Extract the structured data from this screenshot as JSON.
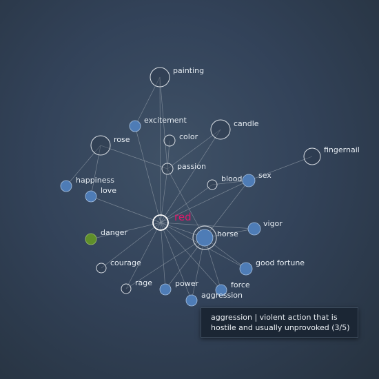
{
  "graph": {
    "center": "red",
    "center_color": "#e0186a",
    "nodes": [
      {
        "id": "red",
        "label": "red",
        "style": "center"
      },
      {
        "id": "painting",
        "label": "painting",
        "style": "ring"
      },
      {
        "id": "excitement",
        "label": "excitement",
        "style": "blue"
      },
      {
        "id": "color",
        "label": "color",
        "style": "ring"
      },
      {
        "id": "candle",
        "label": "candle",
        "style": "ring"
      },
      {
        "id": "rose",
        "label": "rose",
        "style": "ring"
      },
      {
        "id": "passion",
        "label": "passion",
        "style": "ring"
      },
      {
        "id": "fingernail",
        "label": "fingernail",
        "style": "ring"
      },
      {
        "id": "happiness",
        "label": "happiness",
        "style": "blue"
      },
      {
        "id": "love",
        "label": "love",
        "style": "blue"
      },
      {
        "id": "blood",
        "label": "blood",
        "style": "ring"
      },
      {
        "id": "sex",
        "label": "sex",
        "style": "blue"
      },
      {
        "id": "vigor",
        "label": "vigor",
        "style": "blue"
      },
      {
        "id": "horse",
        "label": "horse",
        "style": "selected"
      },
      {
        "id": "danger",
        "label": "danger",
        "style": "green"
      },
      {
        "id": "courage",
        "label": "courage",
        "style": "ring"
      },
      {
        "id": "good-fortune",
        "label": "good fortune",
        "style": "blue"
      },
      {
        "id": "rage",
        "label": "rage",
        "style": "ring"
      },
      {
        "id": "power",
        "label": "power",
        "style": "blue"
      },
      {
        "id": "force",
        "label": "force",
        "style": "blue"
      },
      {
        "id": "aggression",
        "label": "aggression",
        "style": "blue"
      }
    ],
    "edges": [
      [
        "red",
        "painting"
      ],
      [
        "red",
        "excitement"
      ],
      [
        "red",
        "passion"
      ],
      [
        "red",
        "love"
      ],
      [
        "red",
        "danger"
      ],
      [
        "red",
        "courage"
      ],
      [
        "red",
        "rage"
      ],
      [
        "red",
        "power"
      ],
      [
        "red",
        "aggression"
      ],
      [
        "red",
        "force"
      ],
      [
        "red",
        "good-fortune"
      ],
      [
        "red",
        "vigor"
      ],
      [
        "red",
        "horse"
      ],
      [
        "red",
        "blood"
      ],
      [
        "red",
        "sex"
      ],
      [
        "red",
        "candle"
      ],
      [
        "painting",
        "excitement"
      ],
      [
        "painting",
        "passion"
      ],
      [
        "passion",
        "color"
      ],
      [
        "passion",
        "candle"
      ],
      [
        "passion",
        "rose"
      ],
      [
        "passion",
        "horse"
      ],
      [
        "rose",
        "happiness"
      ],
      [
        "rose",
        "love"
      ],
      [
        "sex",
        "fingernail"
      ],
      [
        "sex",
        "horse"
      ],
      [
        "sex",
        "blood"
      ],
      [
        "horse",
        "power"
      ],
      [
        "horse",
        "force"
      ],
      [
        "horse",
        "good-fortune"
      ],
      [
        "horse",
        "vigor"
      ],
      [
        "horse",
        "aggression"
      ],
      [
        "horse",
        "rage"
      ]
    ],
    "colors": {
      "blue": "#4e7cb6",
      "green": "#5f8f2a",
      "ring": "#d8dde3",
      "edge": "#8f9aa6"
    }
  },
  "tooltip": {
    "line1": "aggression | violent action that is",
    "line2": "hostile and usually unprovoked (3/5)"
  }
}
